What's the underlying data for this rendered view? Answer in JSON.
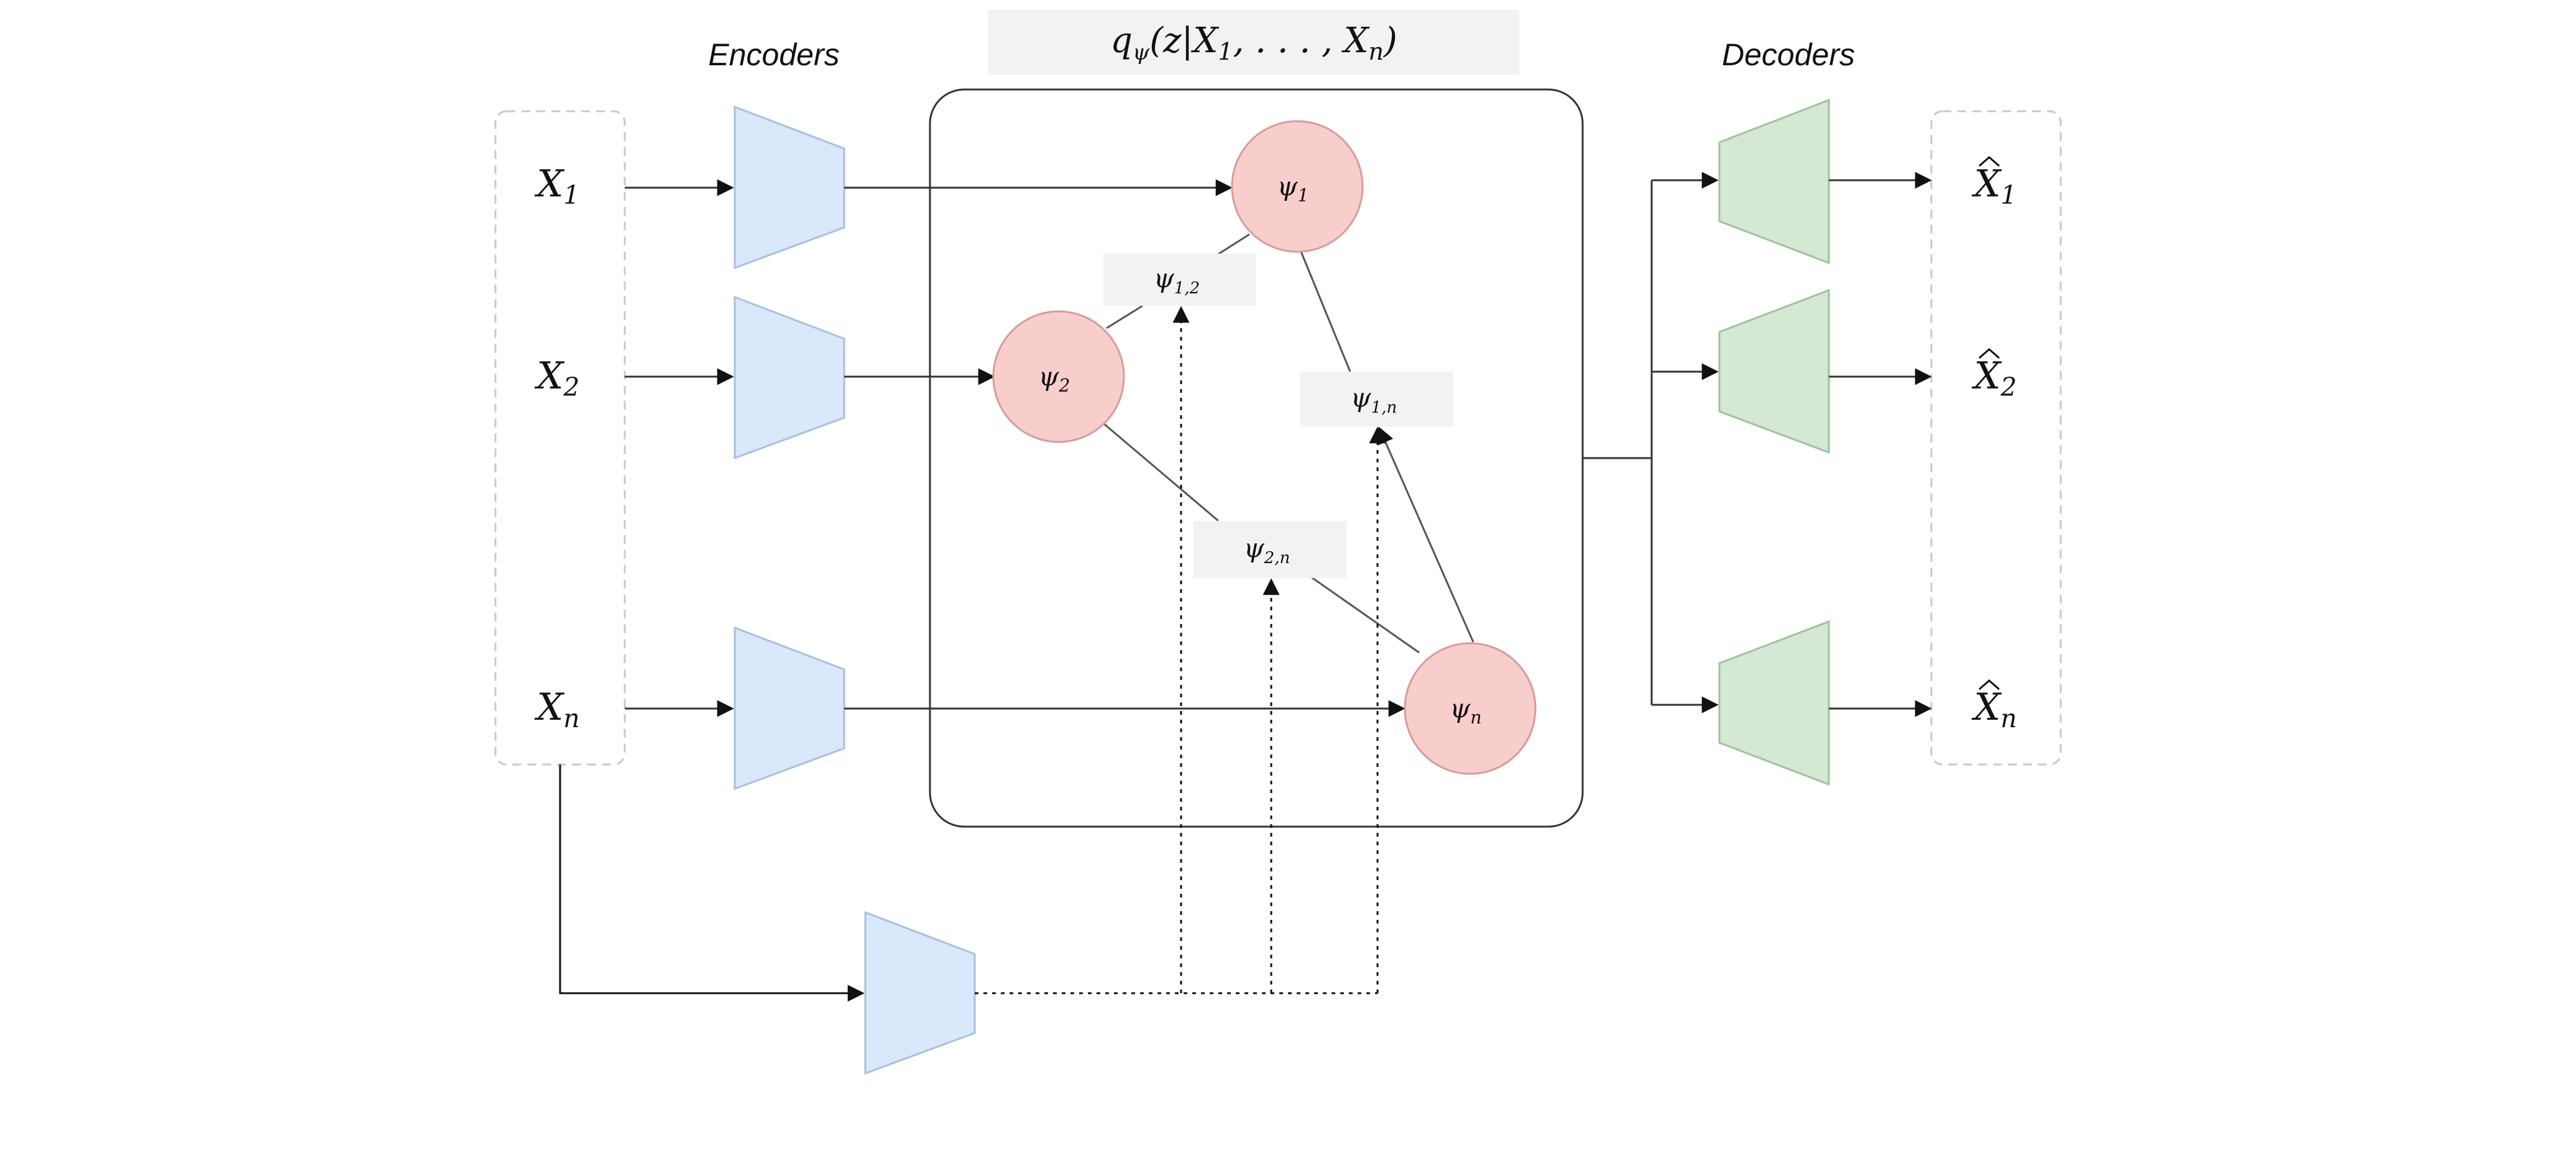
{
  "headers": {
    "encoders": "Encoders",
    "decoders": "Decoders"
  },
  "posterior": {
    "q": "q",
    "psi_sub": "ψ",
    "open": "(z|X",
    "one": "1",
    "mid": ", . . . , X",
    "n": "n",
    "close": ")"
  },
  "inputs": {
    "x1": {
      "base": "X",
      "sub": "1"
    },
    "x2": {
      "base": "X",
      "sub": "2"
    },
    "xn": {
      "base": "X",
      "sub": "n"
    }
  },
  "outputs": {
    "x1": {
      "base": "X",
      "sub": "1"
    },
    "x2": {
      "base": "X",
      "sub": "2"
    },
    "xn": {
      "base": "X",
      "sub": "n"
    }
  },
  "nodes": {
    "psi1": {
      "base": "ψ",
      "sub": "1"
    },
    "psi2": {
      "base": "ψ",
      "sub": "2"
    },
    "psin": {
      "base": "ψ",
      "sub": "n"
    }
  },
  "edges": {
    "psi12": {
      "base": "ψ",
      "sub": "1,2"
    },
    "psi1n": {
      "base": "ψ",
      "sub": "1,n"
    },
    "psi2n": {
      "base": "ψ",
      "sub": "2,n"
    }
  },
  "colors": {
    "encoder_fill": "#dae8fc",
    "encoder_stroke": "#a8c0e0",
    "decoder_fill": "#d5e8d4",
    "decoder_stroke": "#9cc49a",
    "node_fill": "#f8cecc",
    "node_stroke": "#d99a98",
    "label_bg": "#f2f2f2",
    "line": "#333333",
    "dashed_group": "#c8c8c8"
  }
}
